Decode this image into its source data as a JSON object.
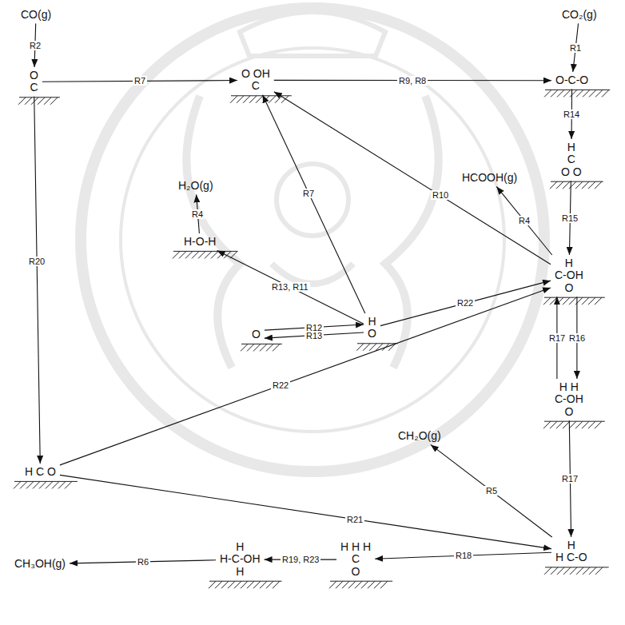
{
  "diagram": {
    "nodes": [
      {
        "text": [
          "CO(g)"
        ]
      },
      {
        "text": [
          "CO₂(g)"
        ]
      },
      {
        "text": [
          "O",
          "C"
        ]
      },
      {
        "text": [
          "O OH",
          "C"
        ]
      },
      {
        "text": [
          "O-C-O"
        ]
      },
      {
        "text": [
          "H",
          "C",
          "O O"
        ]
      },
      {
        "text": [
          "H",
          "C-OH",
          "O"
        ]
      },
      {
        "text": [
          "H-O-H"
        ]
      },
      {
        "text": [
          "H₂O(g)"
        ]
      },
      {
        "text": [
          "HCOOH(g)"
        ]
      },
      {
        "text": [
          "O"
        ]
      },
      {
        "text": [
          "H",
          "O"
        ]
      },
      {
        "text": [
          "H H",
          "C-OH",
          "O"
        ]
      },
      {
        "text": [
          "CH₂O(g)"
        ]
      },
      {
        "text": [
          "H C O"
        ]
      },
      {
        "text": [
          "H",
          "H C-O"
        ]
      },
      {
        "text": [
          "H H H",
          "C",
          "O"
        ]
      },
      {
        "text": [
          "H",
          "H-C-OH",
          "H"
        ]
      },
      {
        "text": [
          "CH₃OH(g)"
        ]
      }
    ],
    "edges": [
      {
        "from": 0,
        "to": 2,
        "arrow": "to",
        "label": "R2"
      },
      {
        "from": 2,
        "to": 3,
        "arrow": "to",
        "label": "R7"
      },
      {
        "from": 3,
        "to": 4,
        "arrow": "to",
        "label": "R9, R8"
      },
      {
        "from": 1,
        "to": 4,
        "arrow": "to",
        "label": "R1"
      },
      {
        "from": 4,
        "to": 5,
        "arrow": "to",
        "label": "R14"
      },
      {
        "from": 5,
        "to": 6,
        "arrow": "to",
        "label": "R15"
      },
      {
        "from": 6,
        "to": 9,
        "arrow": "to",
        "label": "R4"
      },
      {
        "from": 6,
        "to": 3,
        "arrow": "to",
        "label": "R10"
      },
      {
        "from": 11,
        "to": 3,
        "arrow": "to",
        "label": "R7"
      },
      {
        "from": 11,
        "to": 7,
        "arrow": "to",
        "label": "R13, R11"
      },
      {
        "from": 7,
        "to": 8,
        "arrow": "to",
        "label": "R4"
      },
      {
        "from": 10,
        "to": 11,
        "arrow": "to",
        "label": "R12"
      },
      {
        "from": 11,
        "to": 10,
        "arrow": "to",
        "label": "R13"
      },
      {
        "from": 11,
        "to": 6,
        "arrow": "to",
        "label": "R22"
      },
      {
        "from": 14,
        "to": 6,
        "arrow": "to",
        "label": "R22"
      },
      {
        "from": 6,
        "to": 12,
        "arrow": "to",
        "label": "R16"
      },
      {
        "from": 12,
        "to": 6,
        "arrow": "to",
        "label": "R17"
      },
      {
        "from": 12,
        "to": 15,
        "arrow": "to",
        "label": "R17"
      },
      {
        "from": 15,
        "to": 13,
        "arrow": "to",
        "label": "R5"
      },
      {
        "from": 14,
        "to": 15,
        "arrow": "to",
        "label": "R21"
      },
      {
        "from": 15,
        "to": 16,
        "arrow": "to",
        "label": "R18"
      },
      {
        "from": 16,
        "to": 17,
        "arrow": "to",
        "label": "R19, R23"
      },
      {
        "from": 17,
        "to": 18,
        "arrow": "to",
        "label": "R6"
      },
      {
        "from": 2,
        "to": 14,
        "arrow": "to",
        "label": "R20"
      }
    ]
  }
}
